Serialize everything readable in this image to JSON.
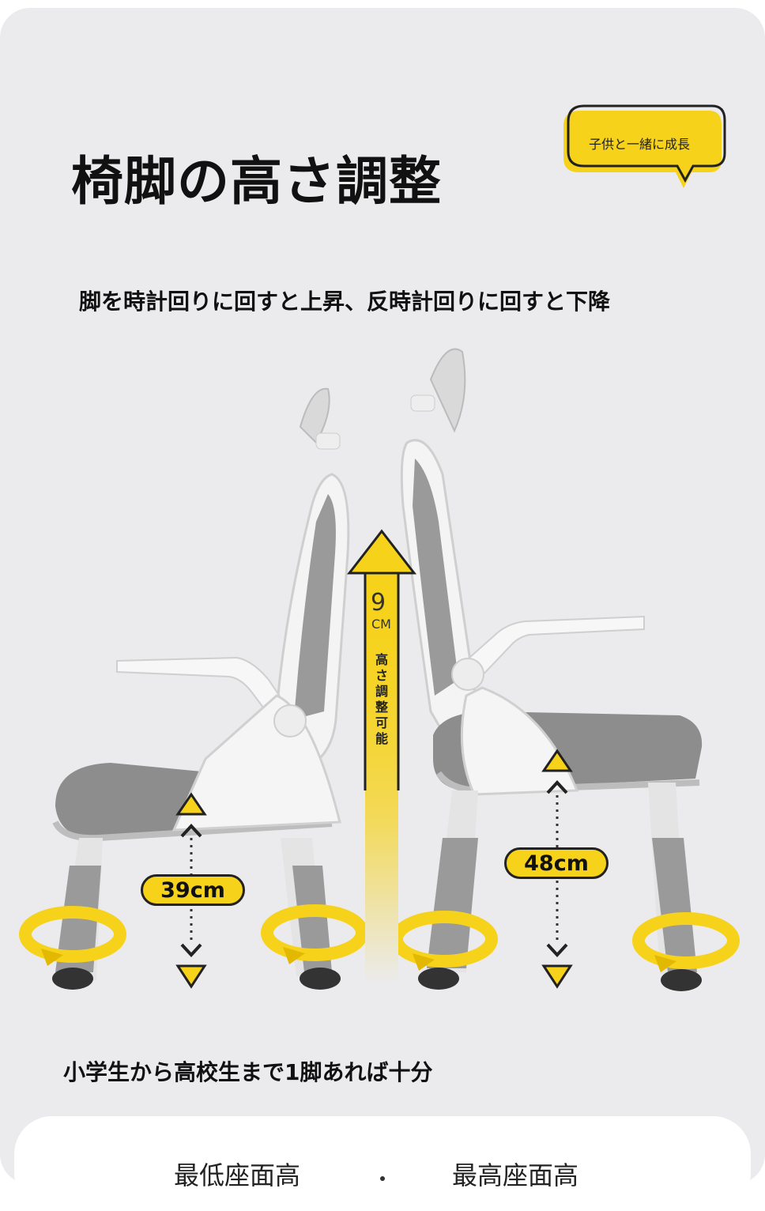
{
  "header": {
    "title": "椅脚の高さ調整",
    "badge": "子供と一緒に成長"
  },
  "subtitle": "脚を時計回りに回すと上昇、反時計回りに回すと下降",
  "diagram": {
    "height_range_num": "9",
    "height_range_unit": "CM",
    "height_range_label": "高さ調整可能",
    "low_height": "39cm",
    "high_height": "48cm"
  },
  "tagline": "小学生から高校生まで1脚あれば十分",
  "specs": {
    "min_label": "最低座面高",
    "max_label": "最高座面高"
  },
  "colors": {
    "accent": "#f6d21a",
    "background": "#ebebee",
    "seat": "#8a8a8a",
    "frame": "#f2f2f2"
  }
}
